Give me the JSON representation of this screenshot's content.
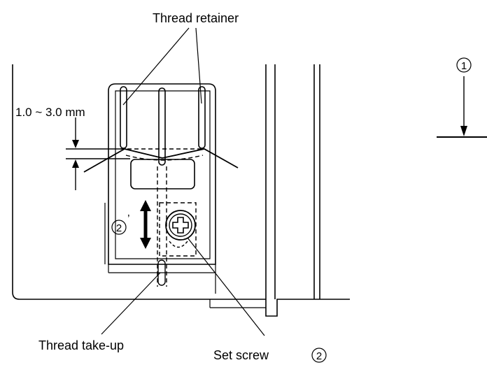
{
  "labels": {
    "thread_retainer": "Thread retainer",
    "dimension": "1.0 ~ 3.0 mm",
    "thread_take_up": "Thread take-up",
    "set_screw": "Set screw",
    "set_screw_number": "2",
    "adjust_marker_number": "2",
    "adjust_marker_prime": "’",
    "reference_number": "1"
  },
  "colors": {
    "line": "#000000",
    "background": "#ffffff"
  }
}
